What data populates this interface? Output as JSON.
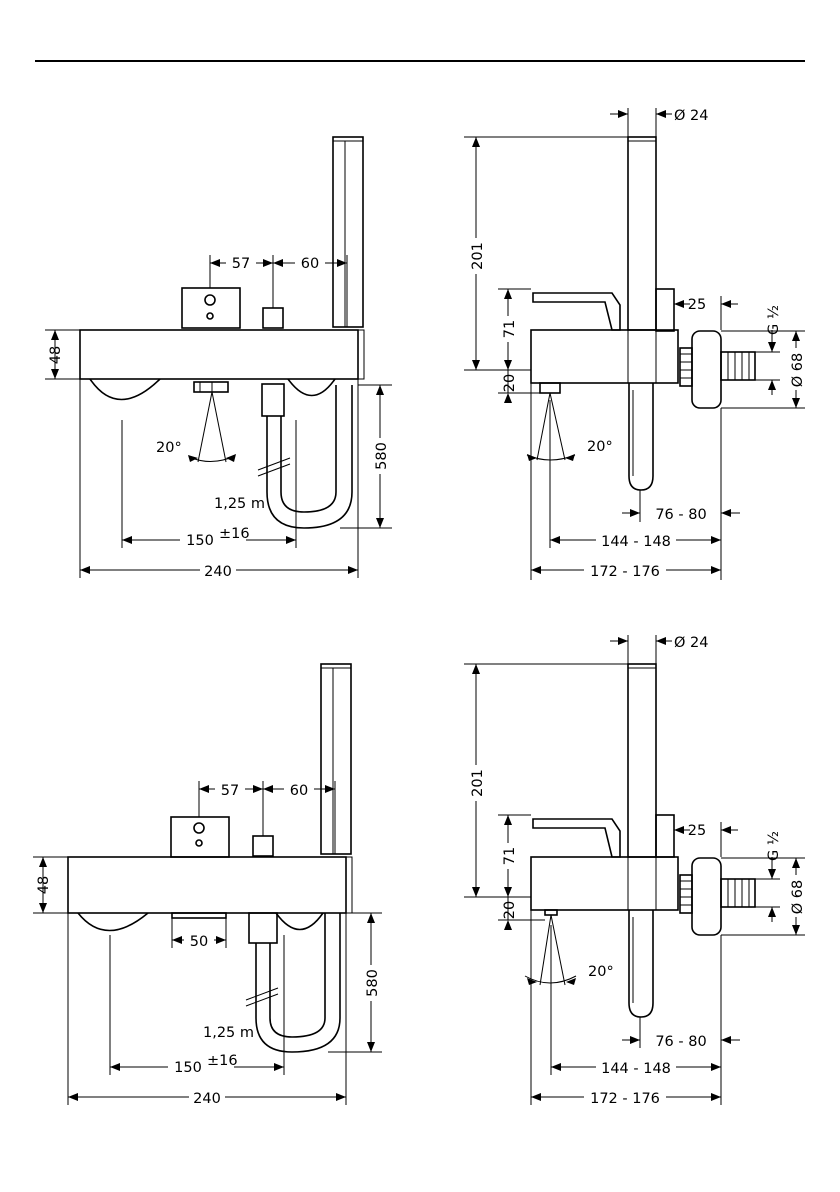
{
  "views": {
    "top_front": {
      "dim_57": "57",
      "dim_60": "60",
      "dim_48": "48",
      "dim_580": "580",
      "angle": "20°",
      "hose": "1,25 m",
      "dim_150": "150",
      "dim_150_tol": "±16",
      "dim_240": "240"
    },
    "top_side": {
      "dia_24": "Ø 24",
      "dim_201": "201",
      "dim_71": "71",
      "dim_20": "20",
      "dim_25": "25",
      "thread": "G ½",
      "dia_68": "Ø 68",
      "angle": "20°",
      "dim_76_80": "76 - 80",
      "dim_144_148": "144 - 148",
      "dim_172_176": "172 - 176"
    },
    "bottom_front": {
      "dim_57": "57",
      "dim_60": "60",
      "dim_48": "48",
      "dim_50": "50",
      "dim_580": "580",
      "hose": "1,25 m",
      "dim_150": "150",
      "dim_150_tol": "±16",
      "dim_240": "240"
    },
    "bottom_side": {
      "dia_24": "Ø 24",
      "dim_201": "201",
      "dim_71": "71",
      "dim_20": "20",
      "dim_25": "25",
      "thread": "G ½",
      "dia_68": "Ø 68",
      "angle": "20°",
      "dim_76_80": "76 - 80",
      "dim_144_148": "144 - 148",
      "dim_172_176": "172 - 176"
    }
  }
}
